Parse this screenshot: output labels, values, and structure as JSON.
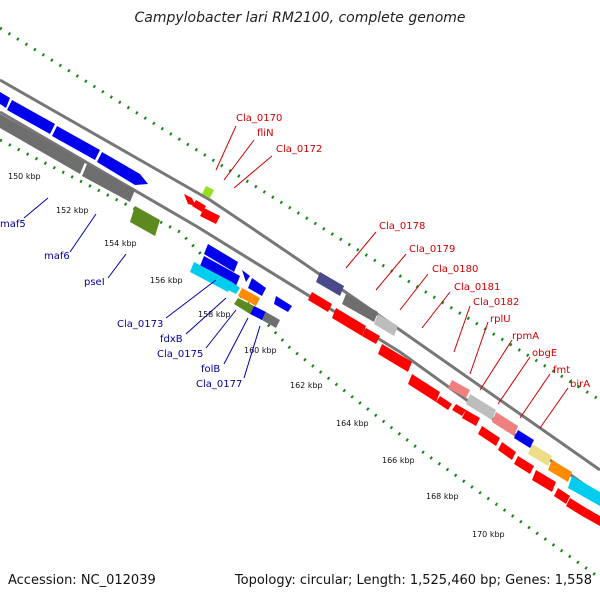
{
  "title": "Campylobacter lari RM2100, complete genome",
  "accession_text": "Accession: NC_012039",
  "summary_text": "Topology: circular; Length: 1,525,460 bp; Genes: 1,558",
  "ruler": {
    "ticks": [
      {
        "label": "150 kbp"
      },
      {
        "label": "152 kbp"
      },
      {
        "label": "154 kbp"
      },
      {
        "label": "156 kbp"
      },
      {
        "label": "158 kbp"
      },
      {
        "label": "160 kbp"
      },
      {
        "label": "162 kbp"
      },
      {
        "label": "164 kbp"
      },
      {
        "label": "166 kbp"
      },
      {
        "label": "168 kbp"
      },
      {
        "label": "170 kbp"
      }
    ]
  },
  "gene_labels_blue": [
    "maf5",
    "maf6",
    "pseI",
    "Cla_0173",
    "fdxB",
    "Cla_0175",
    "folB",
    "Cla_0177"
  ],
  "gene_labels_red": [
    "Cla_0170",
    "fliN",
    "Cla_0172",
    "Cla_0178",
    "Cla_0179",
    "Cla_0180",
    "Cla_0181",
    "Cla_0182",
    "rplU",
    "rpmA",
    "obgE",
    "fmt",
    "birA"
  ],
  "colors": {
    "red": "#ff0000",
    "blue": "#0000ee",
    "gray": "#6e6e6e",
    "lightgray": "#bdbdbd",
    "green": "#5c8a1e",
    "lime": "#99dd22",
    "cyan": "#00ccee",
    "orange": "#ff8c00",
    "pink": "#f08080",
    "yellow": "#eedd88",
    "slate": "#4a4a8a",
    "dots": "#118811",
    "backbone": "#777777",
    "label_red": "#cc0000",
    "label_blue": "#000099"
  }
}
